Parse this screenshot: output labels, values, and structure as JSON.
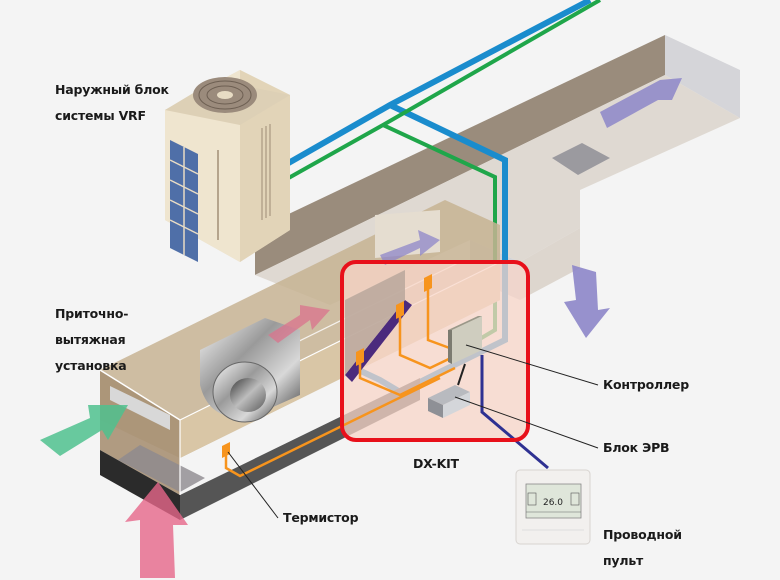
{
  "labels": {
    "outdoor_unit": [
      "Наружный блок",
      "системы VRF"
    ],
    "ahu": [
      "Приточно-",
      "вытяжная",
      "установка"
    ],
    "controller": "Контроллер",
    "eev_block": "Блок ЭРВ",
    "dx_kit": "DX-KIT",
    "thermistor": "Термистор",
    "wired_remote": [
      "Проводной",
      "пульт"
    ]
  },
  "remote_display": {
    "temperature": "26.0"
  },
  "colors": {
    "refrigerant_gas_pipe": "#1a8ccd",
    "refrigerant_liquid_pipe": "#1fa64a",
    "sensor_wire": "#f7941d",
    "control_wire": "#2e3192",
    "dx_kit_frame": "#e8101a",
    "supply_air_arrow": "#e6668a",
    "fresh_air_arrow": "#4fc18e",
    "exhaust_air_arrow": "#8d86c9"
  }
}
